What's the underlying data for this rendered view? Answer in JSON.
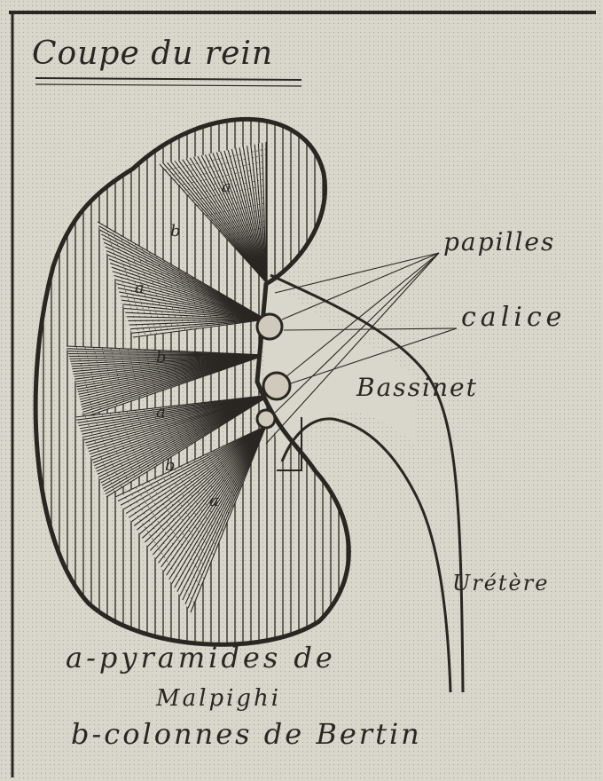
{
  "title": "Coupe du rein",
  "labels": {
    "papilles": "papilles",
    "calice": "calice",
    "bassinet": "Bassinet",
    "uretere": "Urétère"
  },
  "legend": {
    "a_line": "a-pyramides de",
    "a_line2": "Malpighi",
    "b_line": "b-colonnes de Bertin"
  },
  "region_marks": {
    "pyramid": "a",
    "column": "b"
  },
  "colors": {
    "paper": "#d9d7cb",
    "ink": "#2a2622"
  }
}
